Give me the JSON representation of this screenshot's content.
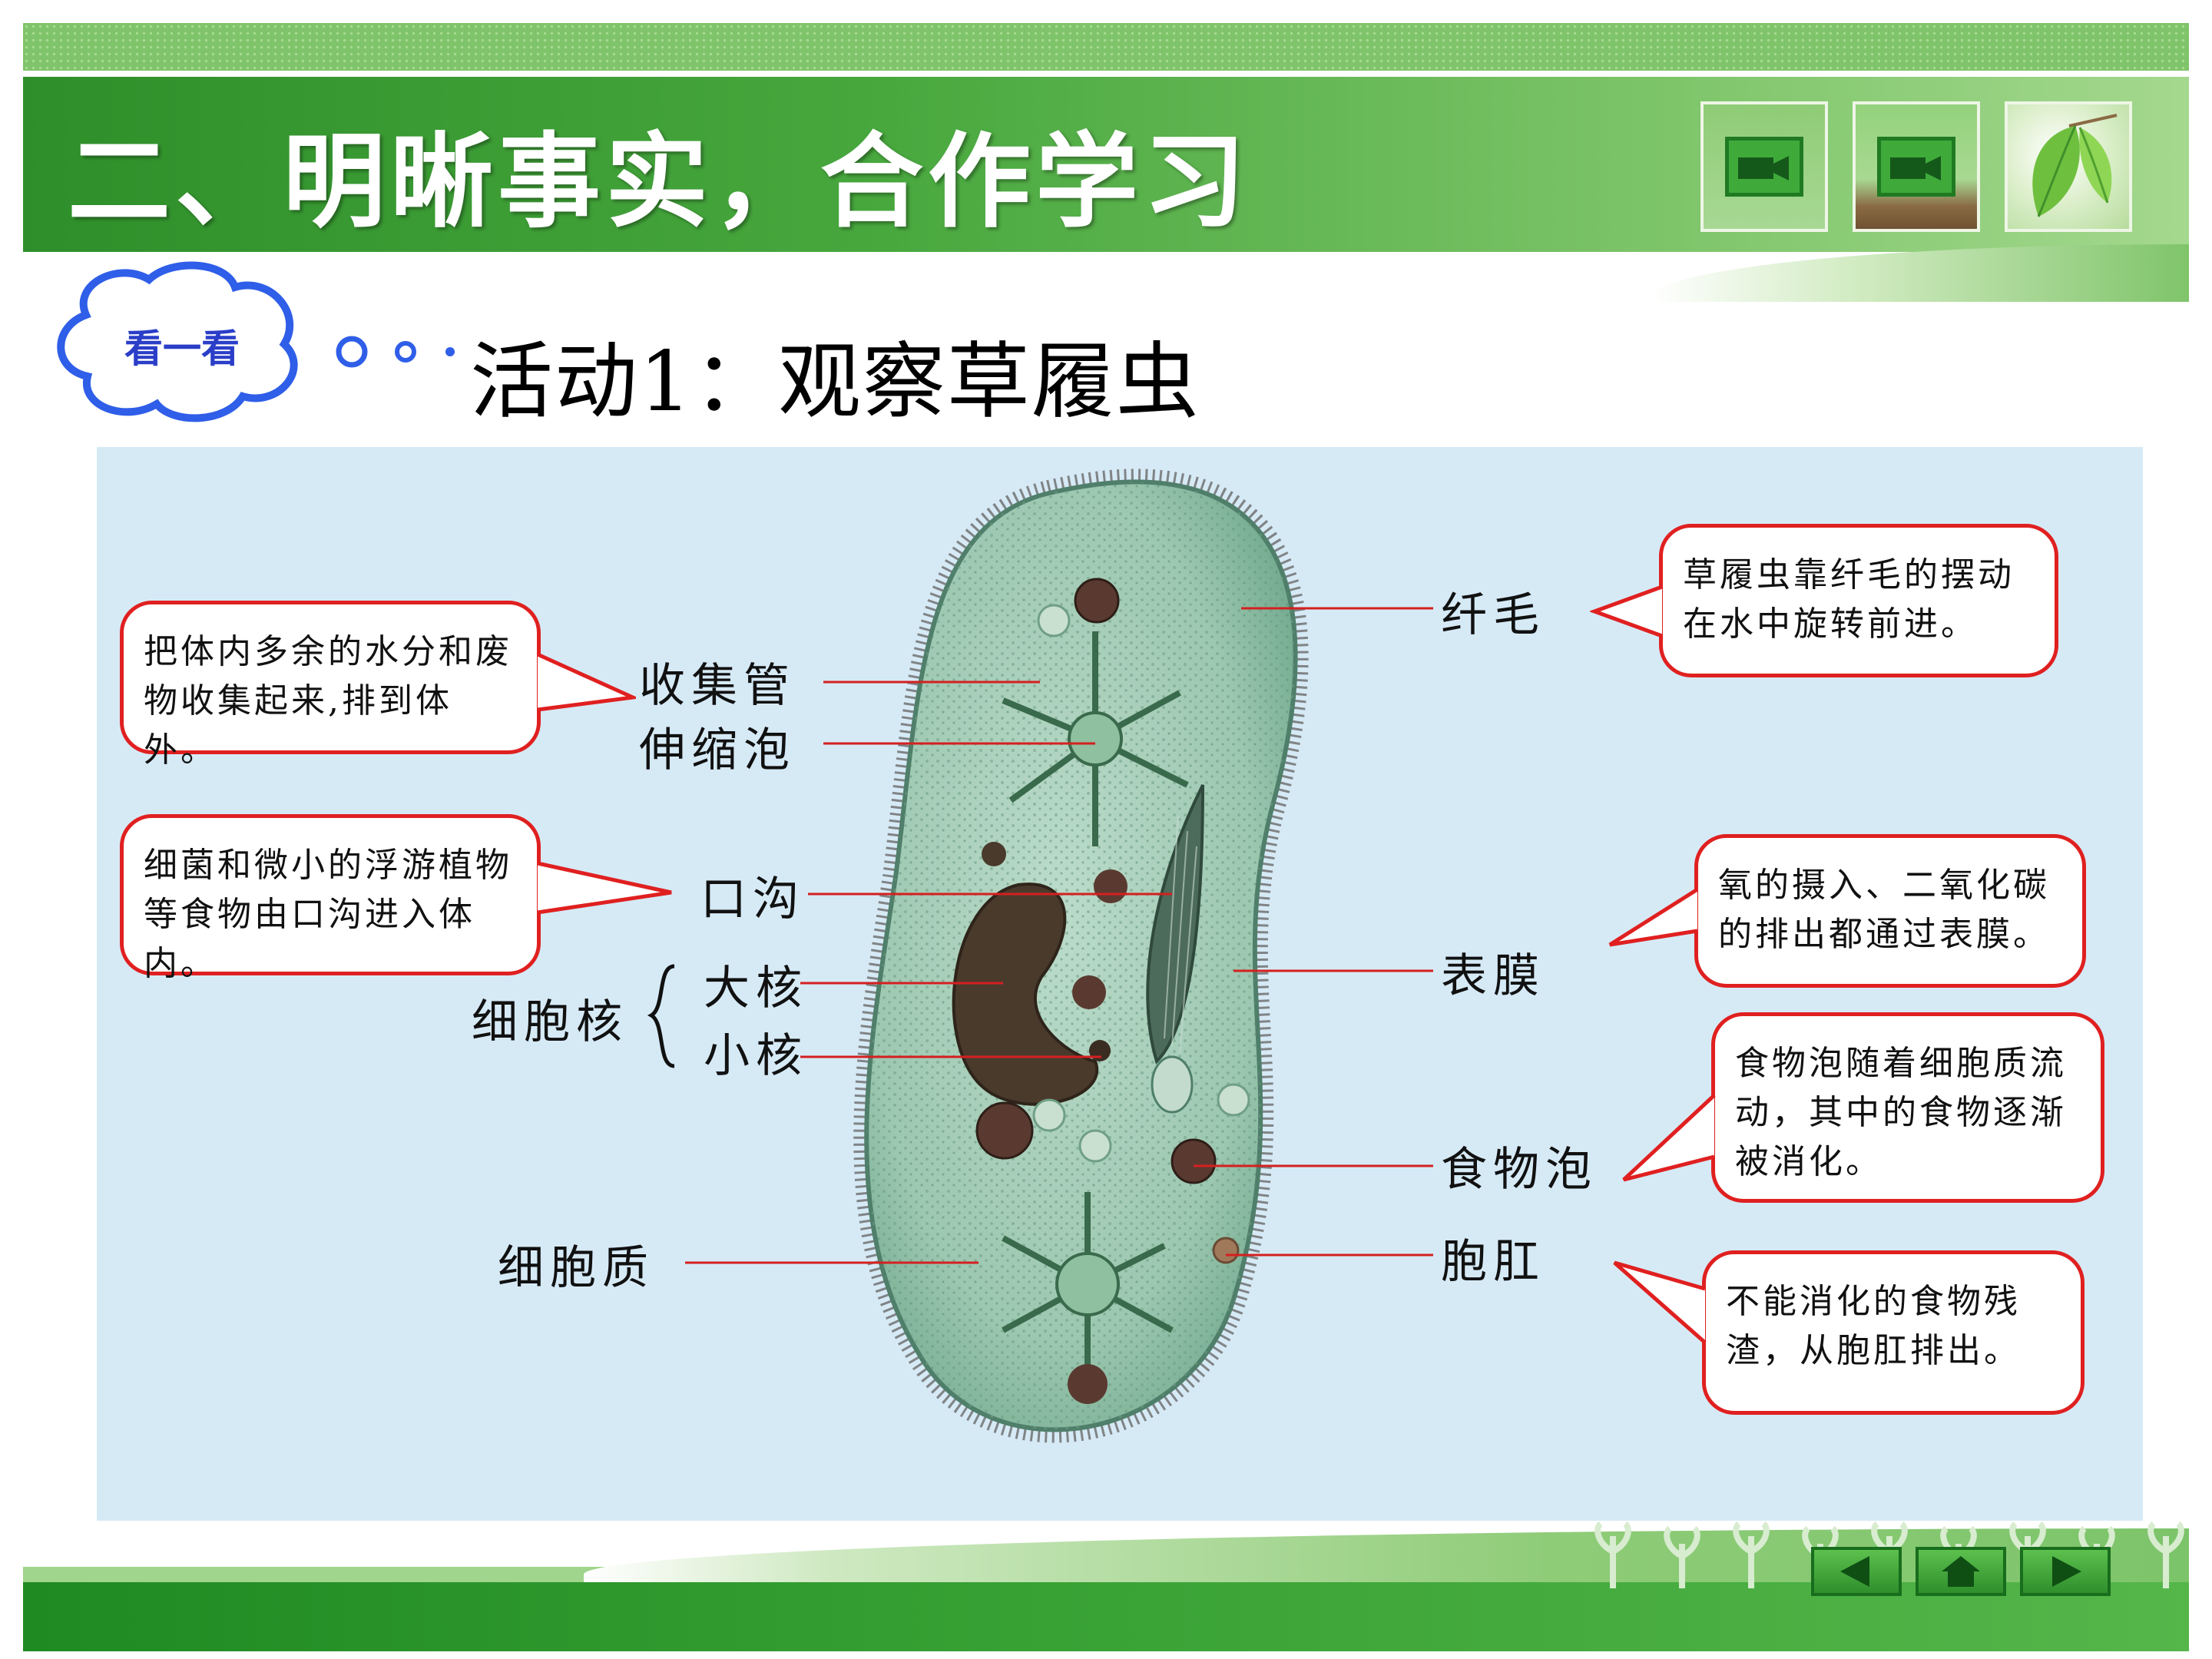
{
  "header": {
    "title": "二、明晰事实，合作学习"
  },
  "badge": {
    "label": "看一看"
  },
  "activity": {
    "title": "活动1：观察草履虫"
  },
  "diagram": {
    "labels": {
      "cilia": "纤毛",
      "collecting_canal": "收集管",
      "contractile_vacuole": "伸缩泡",
      "oral_groove": "口沟",
      "nucleus": "细胞核",
      "macronucleus": "大核",
      "micronucleus": "小核",
      "pellicle": "表膜",
      "food_vacuole": "食物泡",
      "cytoplasm": "细胞质",
      "anal_pore": "胞肛"
    },
    "callouts": {
      "cilia": "草履虫靠纤毛的摆动\n在水中旋转前进。",
      "contractile": "把体内多余的水分和废\n物收集起来,排到体外。",
      "oral": "细菌和微小的浮游植物\n等食物由口沟进入体内。",
      "pellicle": "氧的摄入、二氧化碳\n的排出都通过表膜。",
      "food": "食物泡随着细胞质流\n动，其中的食物逐渐\n被消化。",
      "anal": "不能消化的食物残\n渣，从胞肛排出。"
    },
    "colors": {
      "callout_border": "#e02020",
      "pointer_line": "#d42020",
      "background": "#d6eaf6",
      "cell_body": "#9cc7b0"
    }
  },
  "icons": {
    "thumb_1": "video-camera-icon",
    "thumb_2": "video-camera-icon",
    "thumb_3": "leaf-icon",
    "prev": "arrow-left-icon",
    "home": "home-icon",
    "next": "arrow-right-icon"
  }
}
